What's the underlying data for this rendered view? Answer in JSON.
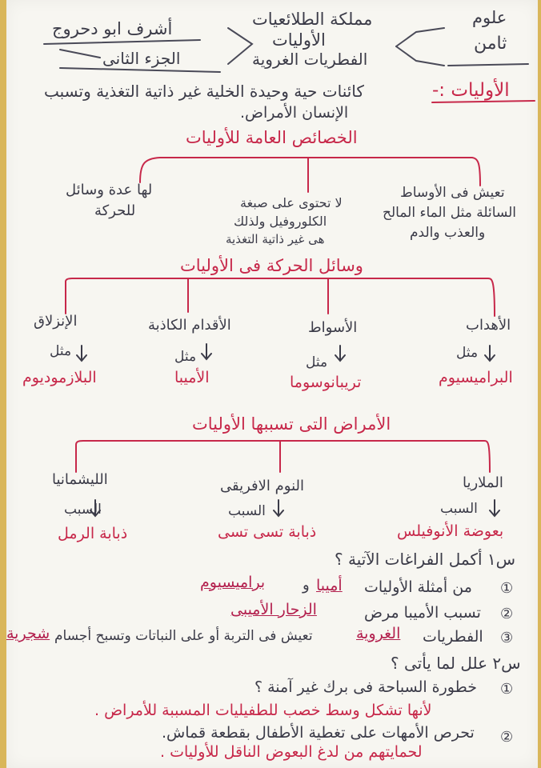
{
  "header": {
    "subject_line1": "علوم",
    "subject_line2": "ثامن",
    "kingdom": "مملكة الطلائعيات",
    "group1": "الأوليات",
    "group2": "الفطريات الغروية",
    "author": "أشرف ابو دحروج",
    "part": "الجزء الثانى"
  },
  "definition": {
    "term": "الأوليات :-",
    "line1": "كائنات حية وحيدة الخلية غير ذاتية التغذية وتسبب",
    "line2": "الإنسان الأمراض."
  },
  "characteristics": {
    "title": "الخصائص العامة للأوليات",
    "items": [
      {
        "l1": "تعيش فى الأوساط",
        "l2": "السائلة مثل الماء المالح",
        "l3": "والعذب والدم"
      },
      {
        "l1": "لا تحتوى على صبغة",
        "l2": "الكلوروفيل ولذلك",
        "l3": "هى غير ذاتية التغذية"
      },
      {
        "l1": "لها عدة وسائل",
        "l2": "للحركة",
        "l3": ""
      }
    ]
  },
  "movement": {
    "title": "وسائل الحركة فى الأوليات",
    "items": [
      {
        "means": "الأهداب",
        "example_label": "مثل",
        "example": "البراميسيوم"
      },
      {
        "means": "الأسواط",
        "example_label": "مثل",
        "example": "تريبانوسوما"
      },
      {
        "means": "الأقدام الكاذبة",
        "example_label": "مثل",
        "example": "الأميبا"
      },
      {
        "means": "الإنزلاق",
        "example_label": "مثل",
        "example": "البلازموديوم"
      }
    ]
  },
  "diseases": {
    "title": "الأمراض التى تسببها الأوليات",
    "items": [
      {
        "disease": "الملاريا",
        "cause_label": "السبب",
        "cause": "بعوضة الأنوفيلس"
      },
      {
        "disease": "النوم الافريقى",
        "cause_label": "السبب",
        "cause": "ذبابة تسى تسى"
      },
      {
        "disease": "الليشمانيا",
        "cause_label": "السبب",
        "cause": "ذبابة الرمل"
      }
    ]
  },
  "q1": {
    "title": "س١ أكمل الفراغات الآتية ؟",
    "items": [
      {
        "num": "①",
        "pre": "من أمثلة الأوليات",
        "a1": "أميبا",
        "mid": "و",
        "a2": "براميسيوم",
        "post": ""
      },
      {
        "num": "②",
        "pre": "تسبب الأميبا مرض",
        "a1": "الزحار الأميبى",
        "mid": "",
        "a2": "",
        "post": ""
      },
      {
        "num": "③",
        "pre": "الفطريات",
        "a1": "الغروية",
        "mid": "تعيش فى التربة أو على النباتات وتسبح أجسام",
        "a2": "شجرية",
        "post": ""
      }
    ]
  },
  "q2": {
    "title": "س٢ علل لما يأتى ؟",
    "items": [
      {
        "num": "①",
        "question": "خطورة السباحة فى برك غير آمنة ؟",
        "answer": "لأنها تشكل وسط خصب للطفيليات المسببة للأمراض ."
      },
      {
        "num": "②",
        "question": "تحرص الأمهات على تغطية الأطفال بقطعة قماش.",
        "answer": "لحمايتهم من لدغ البعوض الناقل للأوليات ."
      }
    ]
  }
}
